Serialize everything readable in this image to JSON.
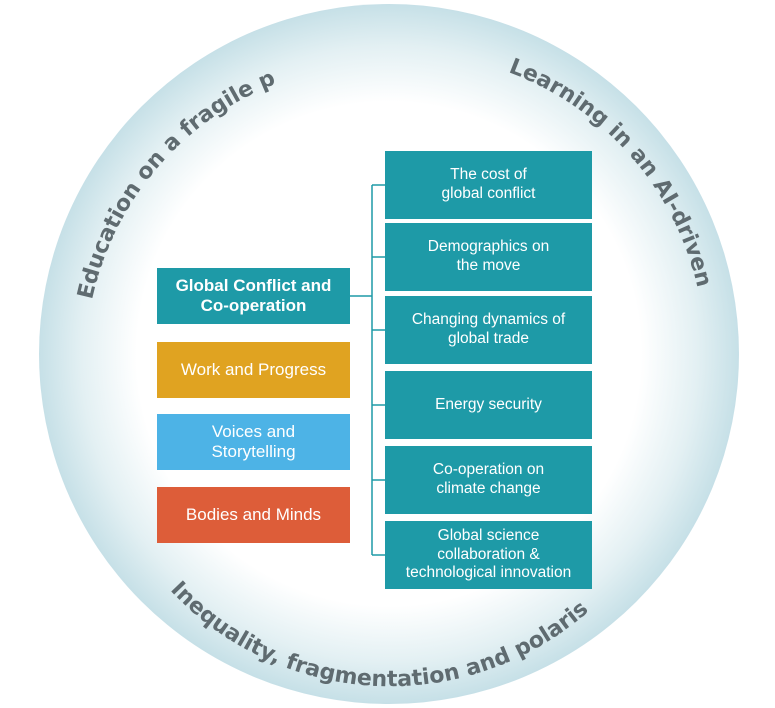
{
  "outer_labels": {
    "top_left": "Education on a fragile planet",
    "top_right": "Learning in an AI-driven world",
    "bottom": "Inequality, fragmentation and polarisation"
  },
  "themes": [
    {
      "label": "Global Conflict and\nCo-operation",
      "color": "#1e9aa7",
      "selected": true
    },
    {
      "label": "Work and Progress",
      "color": "#e0a321"
    },
    {
      "label": "Voices and\nStorytelling",
      "color": "#4db3e6"
    },
    {
      "label": "Bodies and Minds",
      "color": "#dd5d39"
    }
  ],
  "subtopics": [
    "The cost of\nglobal conflict",
    "Demographics on\nthe move",
    "Changing dynamics of\nglobal trade",
    "Energy security",
    "Co-operation on\nclimate change",
    "Global science\ncollaboration &\ntechnological innovation"
  ],
  "colors": {
    "circle_fill": "#cfe6ec",
    "teal": "#1e9aa7"
  }
}
